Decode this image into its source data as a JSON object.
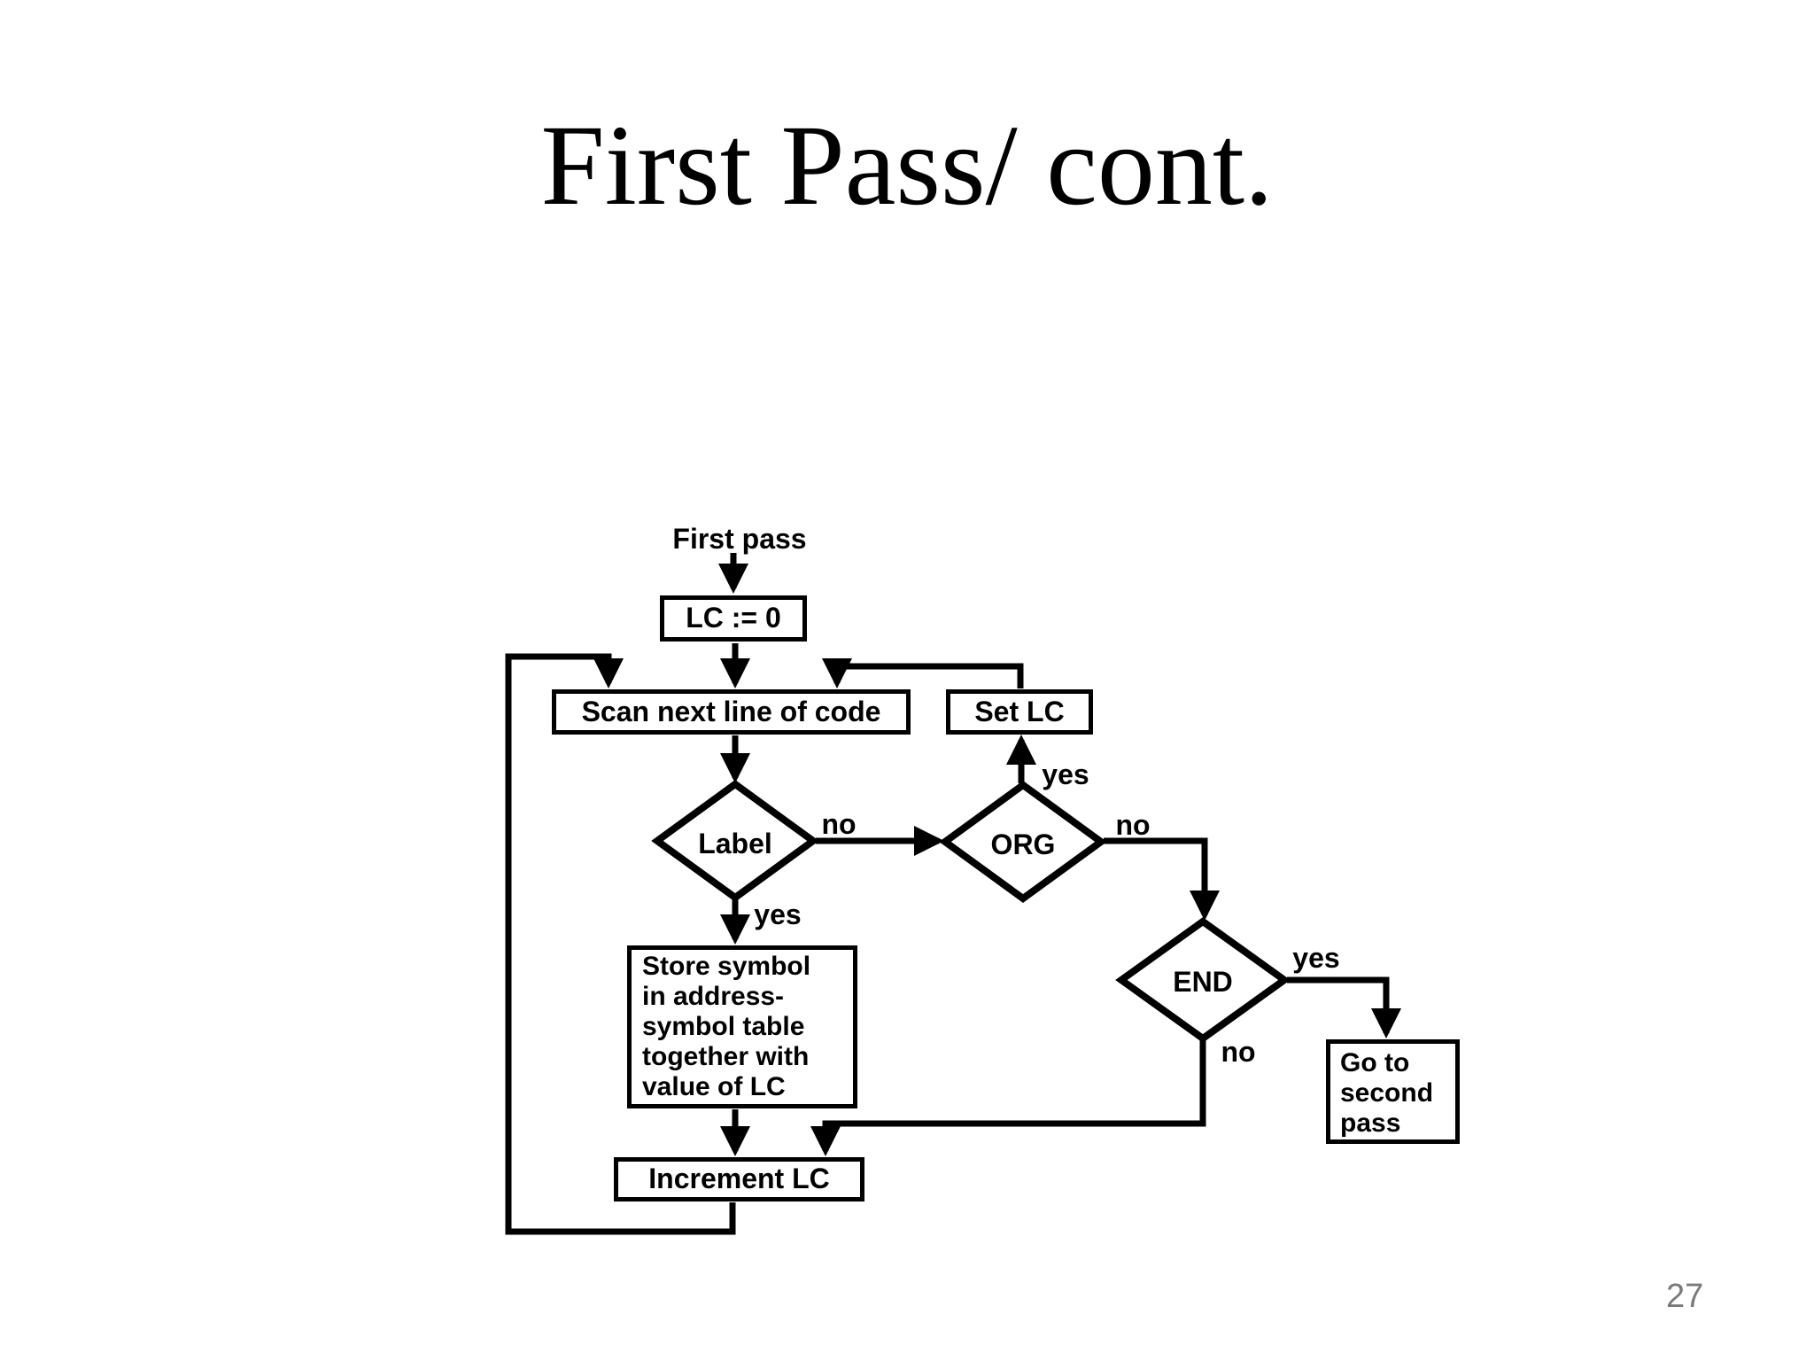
{
  "slide": {
    "title": "First Pass/ cont.",
    "page_number": "27",
    "colors": {
      "ink": "#000000",
      "background": "#ffffff",
      "page_number_gray": "#7a7a7a"
    }
  },
  "flowchart": {
    "entry_label": "First pass",
    "nodes": {
      "init": {
        "label": "LC := 0"
      },
      "scan": {
        "label": "Scan next line of code"
      },
      "set_lc": {
        "label": "Set LC"
      },
      "label_check": {
        "label": "Label"
      },
      "org_check": {
        "label": "ORG"
      },
      "end_check": {
        "label": "END"
      },
      "store": {
        "lines": [
          "Store symbol",
          "in address-",
          "symbol table",
          "together with",
          "value of LC"
        ]
      },
      "increment": {
        "label": "Increment LC"
      },
      "second_pass": {
        "lines": [
          "Go to",
          "second",
          "pass"
        ]
      }
    },
    "edge_labels": {
      "label_no": "no",
      "label_yes": "yes",
      "org_yes": "yes",
      "org_no": "no",
      "end_yes": "yes",
      "end_no": "no"
    }
  }
}
